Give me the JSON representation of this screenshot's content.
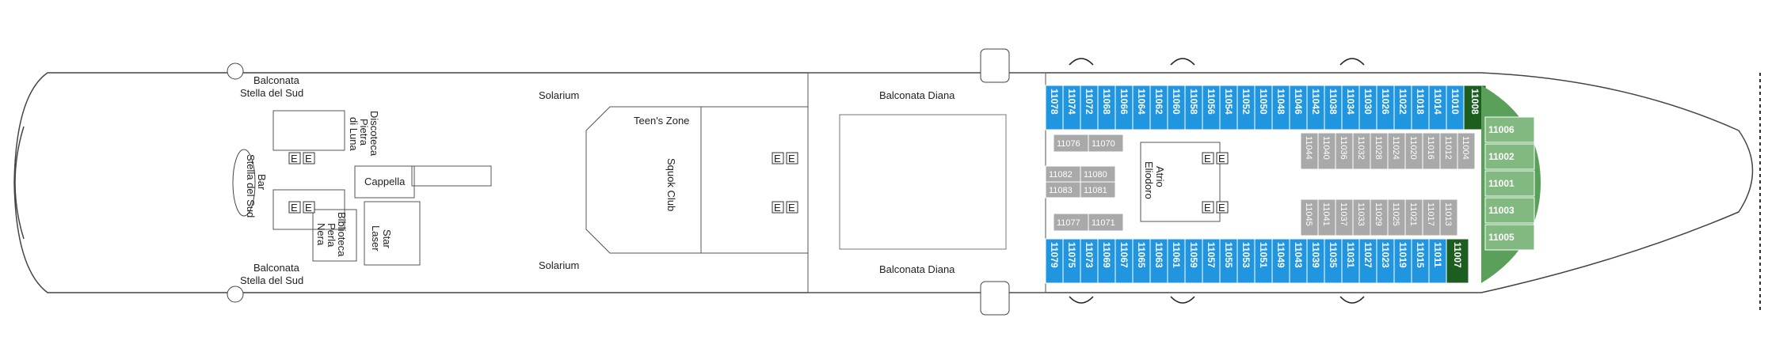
{
  "colors": {
    "blue": "#2196e0",
    "gray": "#a9a9a9",
    "darkgreen": "#1b5e20",
    "green": "#5aa05a",
    "lightgreen": "#81b981",
    "line": "#555555"
  },
  "labels": {
    "balconata_stella_top": [
      "Balconata",
      "Stella del Sud"
    ],
    "balconata_stella_bottom": [
      "Balconata",
      "Stella del Sud"
    ],
    "bar": [
      "Bar",
      "Stella del Sud"
    ],
    "discoteca": [
      "Discoteca",
      "Pietra",
      "di Luna"
    ],
    "cappella": "Cappella",
    "biblioteca": [
      "Biblioteca",
      "Perla",
      "Nera"
    ],
    "star_laser": [
      "Star",
      "Laser"
    ],
    "solarium_top": "Solarium",
    "solarium_bottom": "Solarium",
    "teens_zone": "Teen's Zone",
    "squok_club": "Squok Club",
    "balconata_diana_top": "Balconata Diana",
    "balconata_diana_bottom": "Balconata Diana",
    "atrio": [
      "Atrio",
      "Eliodoro"
    ],
    "elevator": "E"
  },
  "cabins": {
    "top_row": [
      "11078",
      "11074",
      "11072",
      "11068",
      "11066",
      "11064",
      "11062",
      "11060",
      "11058",
      "11056",
      "11054",
      "11052",
      "11050",
      "11048",
      "11046",
      "11042",
      "11038",
      "11034",
      "11030",
      "11026",
      "11022",
      "11018",
      "11014",
      "11010"
    ],
    "top_end": "11008",
    "bottom_row": [
      "11079",
      "11075",
      "11073",
      "11069",
      "11067",
      "11065",
      "11063",
      "11061",
      "11059",
      "11057",
      "11055",
      "11053",
      "11051",
      "11049",
      "11043",
      "11039",
      "11035",
      "11031",
      "11027",
      "11023",
      "11019",
      "11015",
      "11011"
    ],
    "bottom_end": "11007",
    "inner_top": [
      "11044",
      "11040",
      "11036",
      "11032",
      "11028",
      "11024",
      "11020",
      "11016",
      "11012",
      "11004"
    ],
    "inner_bottom": [
      "11045",
      "11041",
      "11037",
      "11033",
      "11029",
      "11025",
      "11021",
      "11017",
      "11013"
    ],
    "aft_left": [
      "11082",
      "11083"
    ],
    "aft_right": [
      "11080",
      "11081"
    ],
    "aft_top": [
      "11076",
      "11070"
    ],
    "aft_bottom": [
      "11077",
      "11071"
    ],
    "bow": [
      "11006",
      "11002",
      "11001",
      "11003",
      "11005"
    ]
  }
}
